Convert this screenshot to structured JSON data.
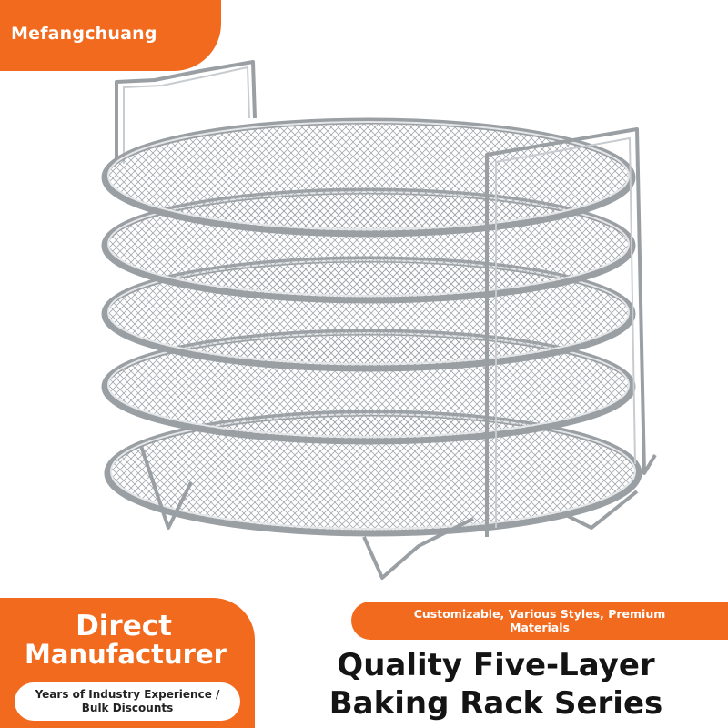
{
  "brand": {
    "name": "Mefangchuang"
  },
  "headline": {
    "line1": "Direct",
    "line2": "Manufacturer"
  },
  "subtext": {
    "line1": "Years of Industry Experience /",
    "line2": "Bulk Discounts"
  },
  "tagline": {
    "line1": "Customizable, Various Styles, Premium",
    "line2": "Materials"
  },
  "title": {
    "line1": "Quality Five-Layer",
    "line2": "Baking Rack Series"
  },
  "colors": {
    "accent": "#f26a1d",
    "steel": "#9a9fa4",
    "text_dark": "#141414"
  },
  "product": {
    "layers": 5
  }
}
